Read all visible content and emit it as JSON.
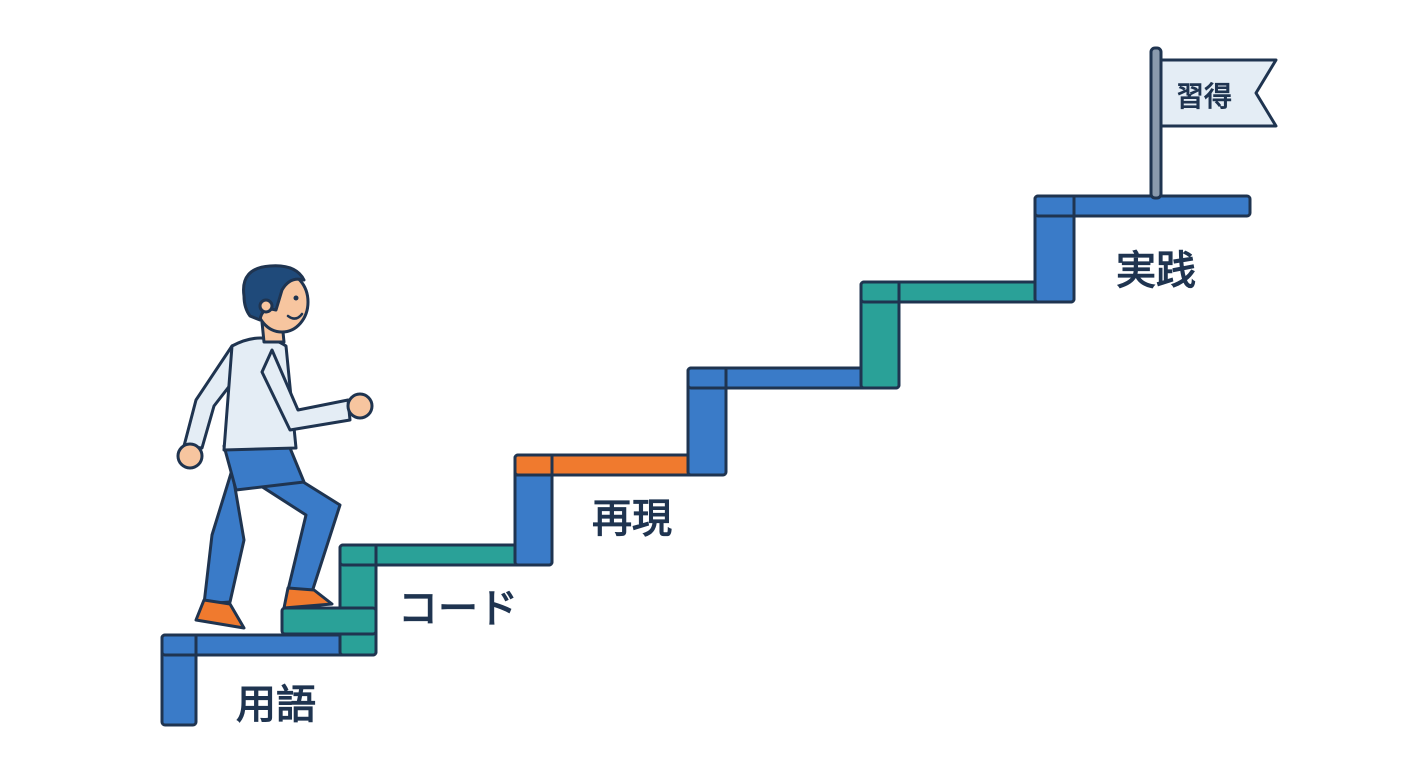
{
  "diagram": {
    "steps": [
      {
        "label": "用語",
        "color": "#3a7bc8"
      },
      {
        "label": "コード",
        "color": "#2aa198"
      },
      {
        "label": "再現",
        "color": "#3a7bc8",
        "accent": "#f07a2e"
      },
      {
        "label": "実践",
        "color": "#3a7bc8"
      }
    ],
    "goal": {
      "label": "習得",
      "icon": "goal-flag-icon"
    },
    "figure": {
      "icon": "climbing-person-icon"
    },
    "colors": {
      "outline": "#1f3450",
      "blue": "#3a7bc8",
      "teal": "#2aa198",
      "orange": "#f07a2e",
      "shirt": "#e4edf5",
      "pants": "#3a7bc8",
      "shoes": "#f07a2e",
      "skin": "#f7c59f",
      "hair": "#1f4a7a",
      "flag": "#e4edf5",
      "pole": "#8a9aad"
    }
  }
}
